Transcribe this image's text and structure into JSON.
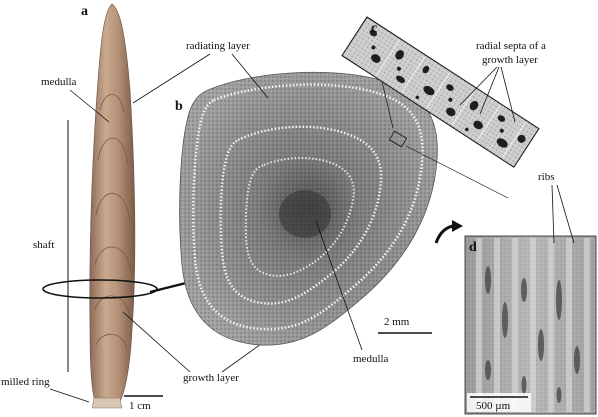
{
  "panels": {
    "a": "a",
    "b": "b",
    "c": "c",
    "d": "d"
  },
  "labels": {
    "medulla_a": "medulla",
    "radiating_layer": "radiating layer",
    "shaft": "shaft",
    "milled_ring": "milled ring",
    "growth_layer": "growth layer",
    "medulla_b": "medulla",
    "radial_septa": "radial septa of a",
    "radial_septa_line2": "growth layer",
    "ribs": "ribs"
  },
  "scale_bars": {
    "a": "1 cm",
    "b": "2 mm",
    "d": "500 µm"
  },
  "colors": {
    "spine_light": "#c9a98a",
    "spine_dark": "#8a6a55",
    "section_gray": "#8e8e8e",
    "section_dark": "#505050",
    "septa_bg": "#cfcfcf",
    "sem_bg": "#a9a9a9"
  }
}
